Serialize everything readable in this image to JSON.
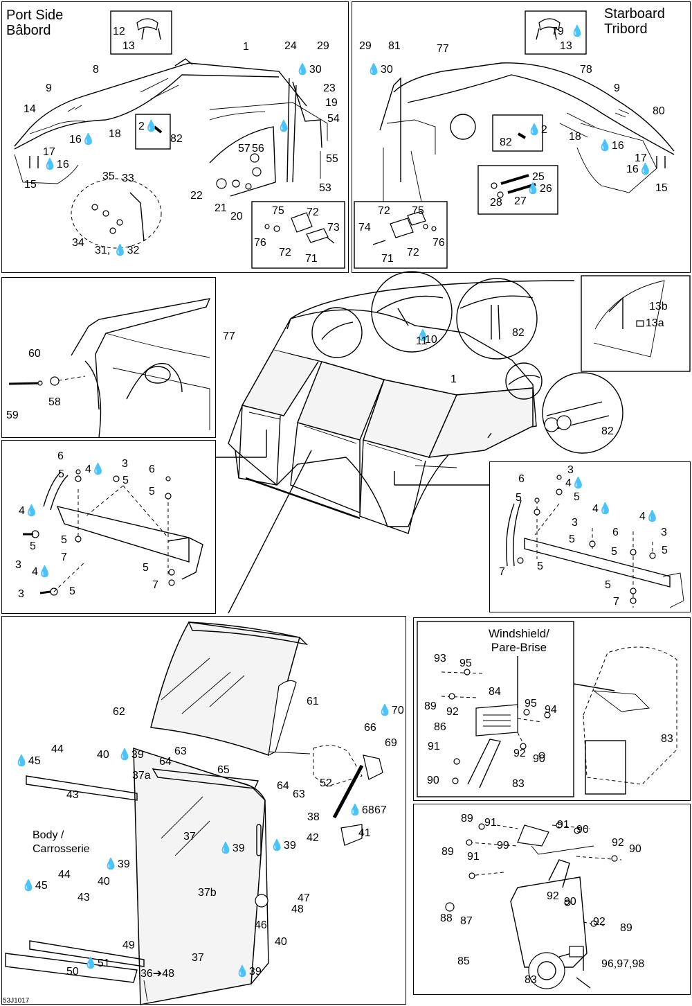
{
  "diagram_code": "53J1017",
  "panels": {
    "port": {
      "title_line1": "Port Side",
      "title_line2": "Bâbord",
      "labels": [
        [
          "12",
          163,
          38
        ],
        [
          "13",
          177,
          59
        ],
        [
          "1",
          351,
          60
        ],
        [
          "24",
          411,
          59
        ],
        [
          "29",
          458,
          59
        ],
        [
          "8",
          134,
          93
        ],
        [
          "💧30",
          427,
          93
        ],
        [
          "9",
          66,
          120
        ],
        [
          "23",
          467,
          120
        ],
        [
          "14",
          34,
          150
        ],
        [
          "19",
          470,
          141
        ],
        [
          "💧",
          400,
          175
        ],
        [
          "2💧",
          200,
          175
        ],
        [
          "82",
          246,
          193
        ],
        [
          "54",
          473,
          164
        ],
        [
          "16💧",
          100,
          194
        ],
        [
          "18",
          157,
          186
        ],
        [
          "57",
          344,
          207
        ],
        [
          "56",
          364,
          207
        ],
        [
          "17",
          62,
          212
        ],
        [
          "💧16",
          62,
          230
        ],
        [
          "55",
          471,
          222
        ],
        [
          "35",
          148,
          247
        ],
        [
          "33",
          176,
          250
        ],
        [
          "15",
          35,
          259
        ],
        [
          "53",
          461,
          264
        ],
        [
          "22",
          275,
          275
        ],
        [
          "21",
          310,
          293
        ],
        [
          "20",
          333,
          305
        ],
        [
          "75",
          393,
          297
        ],
        [
          "72",
          443,
          299
        ],
        [
          "73",
          473,
          321
        ],
        [
          "34",
          104,
          343
        ],
        [
          "76",
          367,
          343
        ],
        [
          "72",
          403,
          357
        ],
        [
          "71",
          441,
          366
        ],
        [
          "31, 💧32",
          137,
          354
        ]
      ]
    },
    "starboard": {
      "title_line1": "Starboard",
      "title_line2": "Tribord",
      "labels": [
        [
          "💧",
          824,
          38
        ],
        [
          "79",
          797,
          38
        ],
        [
          "13",
          809,
          59
        ],
        [
          "29",
          519,
          59
        ],
        [
          "81",
          561,
          59
        ],
        [
          "77",
          631,
          63
        ],
        [
          "💧30",
          530,
          93
        ],
        [
          "78",
          838,
          93
        ],
        [
          "9",
          887,
          120
        ],
        [
          "80",
          943,
          153
        ],
        [
          "82",
          722,
          198
        ],
        [
          "💧2",
          762,
          180
        ],
        [
          "18",
          822,
          190
        ],
        [
          "💧16",
          864,
          203
        ],
        [
          "17",
          917,
          221
        ],
        [
          "16💧",
          905,
          237
        ],
        [
          "15",
          947,
          264
        ],
        [
          "25",
          769,
          248
        ],
        [
          "💧26",
          760,
          265
        ],
        [
          "28",
          708,
          285
        ],
        [
          "27",
          743,
          283
        ],
        [
          "72",
          546,
          297
        ],
        [
          "75",
          595,
          297
        ],
        [
          "74",
          518,
          321
        ],
        [
          "76",
          625,
          343
        ],
        [
          "72",
          588,
          357
        ],
        [
          "71",
          551,
          366
        ]
      ]
    },
    "center": {
      "labels": [
        [
          "77",
          322,
          478
        ],
        [
          "1",
          651,
          540
        ],
        [
          "💧",
          601,
          477
        ],
        [
          "11",
          601,
          485
        ],
        [
          "10",
          614,
          483
        ],
        [
          "82",
          740,
          473
        ],
        [
          "13b",
          938,
          435
        ],
        [
          "13a",
          933,
          459
        ],
        [
          "82",
          869,
          615
        ]
      ]
    },
    "mount": {
      "labels": [
        [
          "60",
          41,
          503
        ],
        [
          "58",
          70,
          573
        ],
        [
          "59",
          9,
          592
        ]
      ]
    },
    "bracket_port": {
      "labels": [
        [
          "6",
          83,
          651
        ],
        [
          "4💧",
          123,
          670
        ],
        [
          "3",
          176,
          662
        ],
        [
          "6",
          215,
          670
        ],
        [
          "5",
          84,
          677
        ],
        [
          "5",
          177,
          686
        ],
        [
          "5",
          215,
          702
        ],
        [
          "4💧",
          27,
          730
        ],
        [
          "5",
          43,
          781
        ],
        [
          "5",
          88,
          772
        ],
        [
          "3",
          22,
          808
        ],
        [
          "7",
          88,
          797
        ],
        [
          "4💧",
          46,
          818
        ],
        [
          "5",
          206,
          812
        ],
        [
          "3",
          26,
          850
        ],
        [
          "5",
          100,
          846
        ],
        [
          "7",
          220,
          837
        ]
      ]
    },
    "bracket_stbd": {
      "labels": [
        [
          "6",
          749,
          684
        ],
        [
          "3",
          820,
          671
        ],
        [
          "4💧",
          817,
          690
        ],
        [
          "5",
          745,
          711
        ],
        [
          "5",
          829,
          710
        ],
        [
          "4💧",
          856,
          727
        ],
        [
          "4💧",
          924,
          738
        ],
        [
          "3",
          826,
          747
        ],
        [
          "3",
          955,
          761
        ],
        [
          "6",
          885,
          761
        ],
        [
          "5",
          822,
          771
        ],
        [
          "5",
          883,
          789
        ],
        [
          "5",
          956,
          787
        ],
        [
          "7",
          721,
          818
        ],
        [
          "5",
          776,
          810
        ],
        [
          "5",
          874,
          837
        ],
        [
          "7",
          886,
          861
        ]
      ]
    },
    "door": {
      "body_line1": "Body /",
      "body_line2": "Carrosserie",
      "labels": [
        [
          "61",
          443,
          1005
        ],
        [
          "💧70",
          546,
          1018
        ],
        [
          "62",
          163,
          1020
        ],
        [
          "66",
          526,
          1043
        ],
        [
          "69",
          556,
          1065
        ],
        [
          "💧45",
          21,
          1091
        ],
        [
          "44",
          74,
          1074
        ],
        [
          "40",
          140,
          1082
        ],
        [
          "💧39",
          170,
          1082
        ],
        [
          "63",
          252,
          1077
        ],
        [
          "64",
          230,
          1092
        ],
        [
          "65",
          314,
          1104
        ],
        [
          "37a",
          191,
          1112
        ],
        [
          "52",
          462,
          1123
        ],
        [
          "64",
          400,
          1127
        ],
        [
          "63",
          423,
          1139
        ],
        [
          "43",
          96,
          1140
        ],
        [
          "💧68",
          503,
          1162
        ],
        [
          "67",
          541,
          1162
        ],
        [
          "38",
          444,
          1172
        ],
        [
          "41",
          518,
          1195
        ],
        [
          "37",
          265,
          1200
        ],
        [
          "💧39",
          316,
          1217
        ],
        [
          "💧39",
          390,
          1213
        ],
        [
          "42",
          443,
          1202
        ],
        [
          "💧39",
          150,
          1240
        ],
        [
          "44",
          84,
          1255
        ],
        [
          "40",
          141,
          1265
        ],
        [
          "💧45",
          31,
          1271
        ],
        [
          "43",
          112,
          1288
        ],
        [
          "37b",
          286,
          1281
        ],
        [
          "47",
          430,
          1289
        ],
        [
          "48",
          421,
          1305
        ],
        [
          "46",
          368,
          1328
        ],
        [
          "49",
          177,
          1357
        ],
        [
          "💧51",
          121,
          1383
        ],
        [
          "50",
          96,
          1395
        ],
        [
          "40",
          397,
          1352
        ],
        [
          "37",
          277,
          1375
        ],
        [
          "💧39",
          340,
          1395
        ],
        [
          "36➔48",
          203,
          1398
        ]
      ]
    },
    "hinge_detail": {
      "title_line1": "Windshield/",
      "title_line2": "Pare-Brise",
      "labels": [
        [
          "93",
          627,
          943
        ],
        [
          "95",
          664,
          950
        ],
        [
          "84",
          706,
          991
        ],
        [
          "95",
          758,
          1008
        ],
        [
          "94",
          787,
          1017
        ],
        [
          "89",
          613,
          1012
        ],
        [
          "92",
          645,
          1020
        ],
        [
          "86",
          627,
          1042
        ],
        [
          "91",
          618,
          1070
        ],
        [
          "92",
          742,
          1080
        ],
        [
          "90",
          770,
          1088
        ],
        [
          "90",
          617,
          1119
        ],
        [
          "83",
          740,
          1124
        ],
        [
          "83",
          955,
          1059
        ]
      ]
    },
    "motor_detail": {
      "labels": [
        [
          "89",
          666,
          1174
        ],
        [
          "91",
          700,
          1180
        ],
        [
          "91",
          805,
          1183
        ],
        [
          "90",
          833,
          1190
        ],
        [
          "92",
          884,
          1209
        ],
        [
          "90",
          909,
          1218
        ],
        [
          "89",
          638,
          1222
        ],
        [
          "91",
          675,
          1229
        ],
        [
          "99",
          718,
          1213
        ],
        [
          "92",
          790,
          1286
        ],
        [
          "90",
          815,
          1294
        ],
        [
          "88",
          636,
          1318
        ],
        [
          "87",
          665,
          1322
        ],
        [
          "92",
          857,
          1323
        ],
        [
          "89",
          896,
          1332
        ],
        [
          "85",
          661,
          1380
        ],
        [
          "96,97,98",
          869,
          1384
        ],
        [
          "83",
          758,
          1407
        ]
      ]
    }
  },
  "colors": {
    "ink": "#000000",
    "paper": "#ffffff",
    "glass_tint": "#f4f4f4"
  }
}
